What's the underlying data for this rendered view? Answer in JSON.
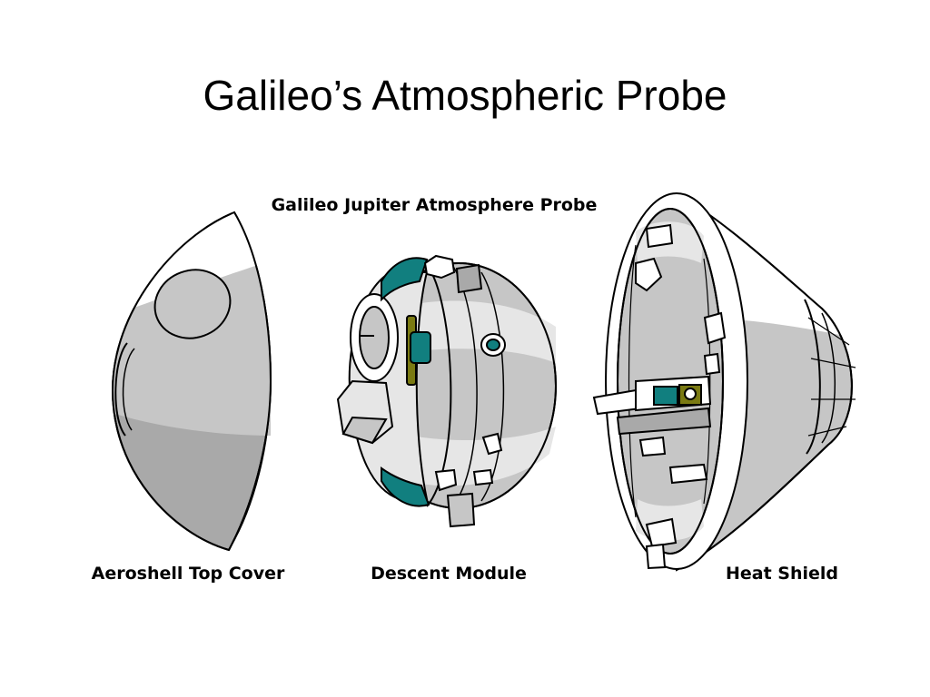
{
  "slide": {
    "title": "Galileo’s Atmospheric Probe"
  },
  "diagram": {
    "caption": "Galileo Jupiter Atmosphere Probe",
    "parts": [
      {
        "label": "Aeroshell Top Cover"
      },
      {
        "label": "Descent Module"
      },
      {
        "label": "Heat Shield"
      }
    ]
  },
  "colors": {
    "outline": "#000000",
    "body_light": "#e6e6e6",
    "body_mid": "#c6c6c6",
    "body_dark": "#a9a9a9",
    "teal": "#117f7f",
    "olive": "#7a7a12",
    "white": "#ffffff"
  }
}
